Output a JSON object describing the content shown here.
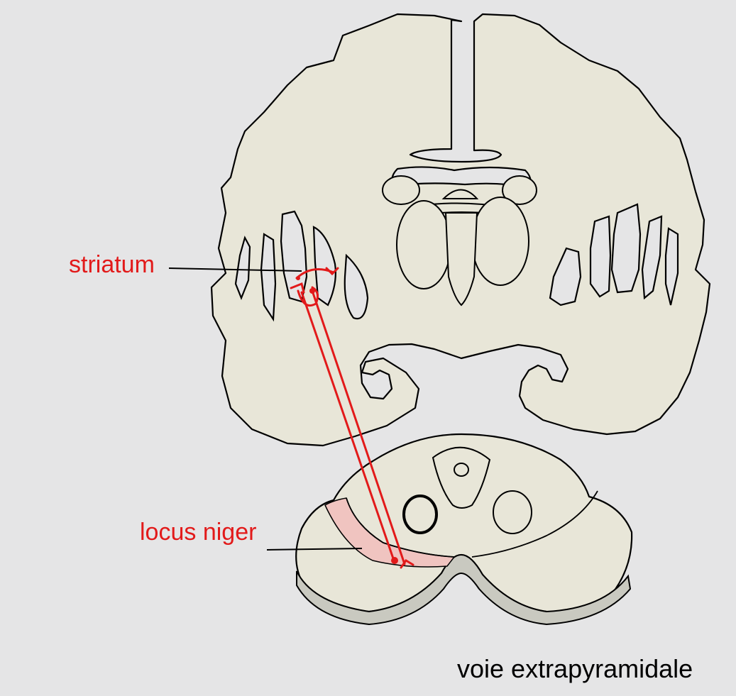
{
  "labels": {
    "striatum": "striatum",
    "locus_niger": "locus niger"
  },
  "caption": "voie extrapyramidale",
  "colors": {
    "background": "#e5e5e6",
    "tissue": "#e8e6d8",
    "pathway": "#e21a1a",
    "substantia_nigra": "#f0c4c0",
    "cut_surface": "#c9c9c0"
  }
}
